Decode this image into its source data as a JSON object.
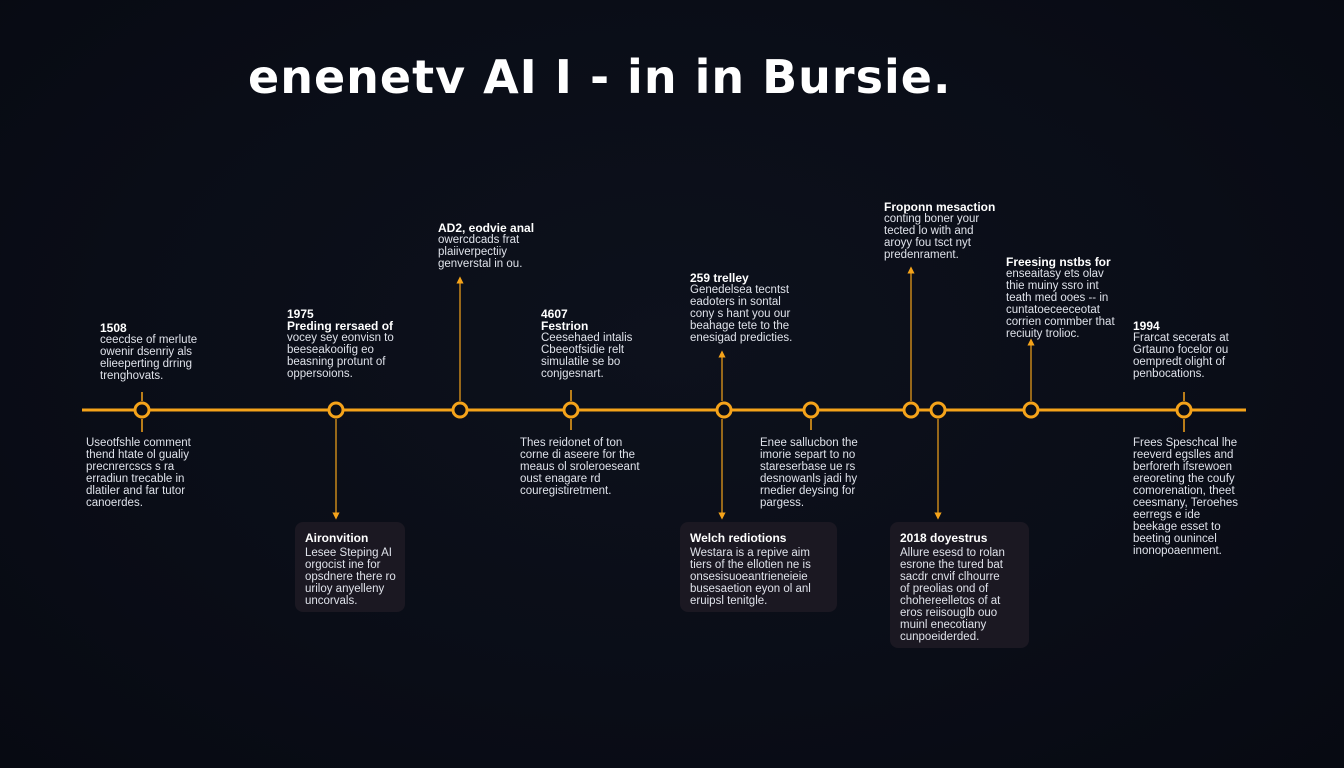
{
  "title": "enenetv AI I - in in Bursie.",
  "colors": {
    "accent": "#f5a31a",
    "background": "#0a0d17",
    "card": "#1b1822",
    "text": "#e4e7ee"
  },
  "above": [
    {
      "head": "1508",
      "lines": [
        "ceecdse of merlute",
        "owenir dsenriy als",
        "elieeperting drring",
        "trenghovats."
      ]
    },
    {
      "head": "1975",
      "subhead": "Preding rersaed of",
      "lines": [
        "vocey sey eonvisn to",
        "beeseakooifig eo",
        "beasning protunt of",
        "oppersoions."
      ]
    },
    {
      "head": "AD2, eodvie anal",
      "lines": [
        "owercdcads frat",
        "plaiiverpectiiy",
        "genverstal in ou."
      ]
    },
    {
      "head": "4607",
      "subhead": "Festrion",
      "lines": [
        "Ceesehaed intalis",
        "Cbeeotfsidie relt",
        "simulatile se bo",
        "conjgesnart."
      ]
    },
    {
      "head": "259 trelley",
      "lines": [
        "Genedelsea tecntst",
        "eadoters in sontal",
        "cony s hant you our",
        "beahage tete to the",
        "enesigad predicties."
      ]
    },
    {
      "head": "Froponn mesaction",
      "lines": [
        "conting boner your",
        "tected lo with and",
        "aroyy fou tsct nyt",
        "predenrament."
      ]
    },
    {
      "head": "Freesing nstbs for",
      "lines": [
        "enseaitasy ets olav",
        "thie muiny ssro int",
        "teath med ooes -- in",
        "cuntatoeceeceotat",
        "corrien commber that",
        "reciuity trolioc."
      ]
    },
    {
      "head": "1994",
      "lines": [
        "Frarcat secerats at",
        "Grtauno focelor ou",
        "oempredt olight of",
        "penbocations."
      ]
    }
  ],
  "below": [
    {
      "lines": [
        "Useotfshle comment",
        "thend htate ol gualiy",
        "precnrercscs s ra",
        "erradiun trecable in",
        "dlatiler and far tutor",
        "canoerdes."
      ]
    },
    {
      "lines": [
        "Thes reidonet of ton",
        "corne di aseere for the",
        "meaus ol sroleroeseant",
        "oust enagare rd",
        "couregistiretment."
      ]
    },
    {
      "lines": [
        "Enee sallucbon the",
        "imorie separt to no",
        "stareserbase ue rs",
        "desnowanls jadi hy",
        "rnedier deysing for",
        "pargess."
      ]
    },
    {
      "lines": [
        "Frees Speschcal lhe",
        "reeverd egslles and",
        "berforerh ifsrewoen",
        "ereoreting the coufy",
        "comorenation, theet",
        "ceesmany, Teroehes",
        "eerregs e ide",
        "beekage esset to",
        "beeting ounincel",
        "inonopoaenment."
      ]
    }
  ],
  "cards": [
    {
      "head": "Aironvition",
      "lines": [
        "Lesee Steping AI",
        "orgocist ine for",
        "opsdnere there ro",
        "uriloy anyelleny",
        "uncorvals."
      ]
    },
    {
      "head": "Welch rediotions",
      "lines": [
        "Westara is a repive aim",
        "tiers of the ellotien ne is",
        "onsesisuoeantrieneieie",
        "busesaetion eyon ol anl",
        "eruipsl tenitgle."
      ]
    },
    {
      "head": "2018 doyestrus",
      "lines": [
        "Allure esesd to rolan",
        "esrone the tured bat",
        "sacdr cnvif clhourre",
        "of preolias ond of",
        "chohereelletos of at",
        "eros reiisouglb ouo",
        "muinl enecotiany",
        "cunpoeiderded."
      ]
    }
  ]
}
